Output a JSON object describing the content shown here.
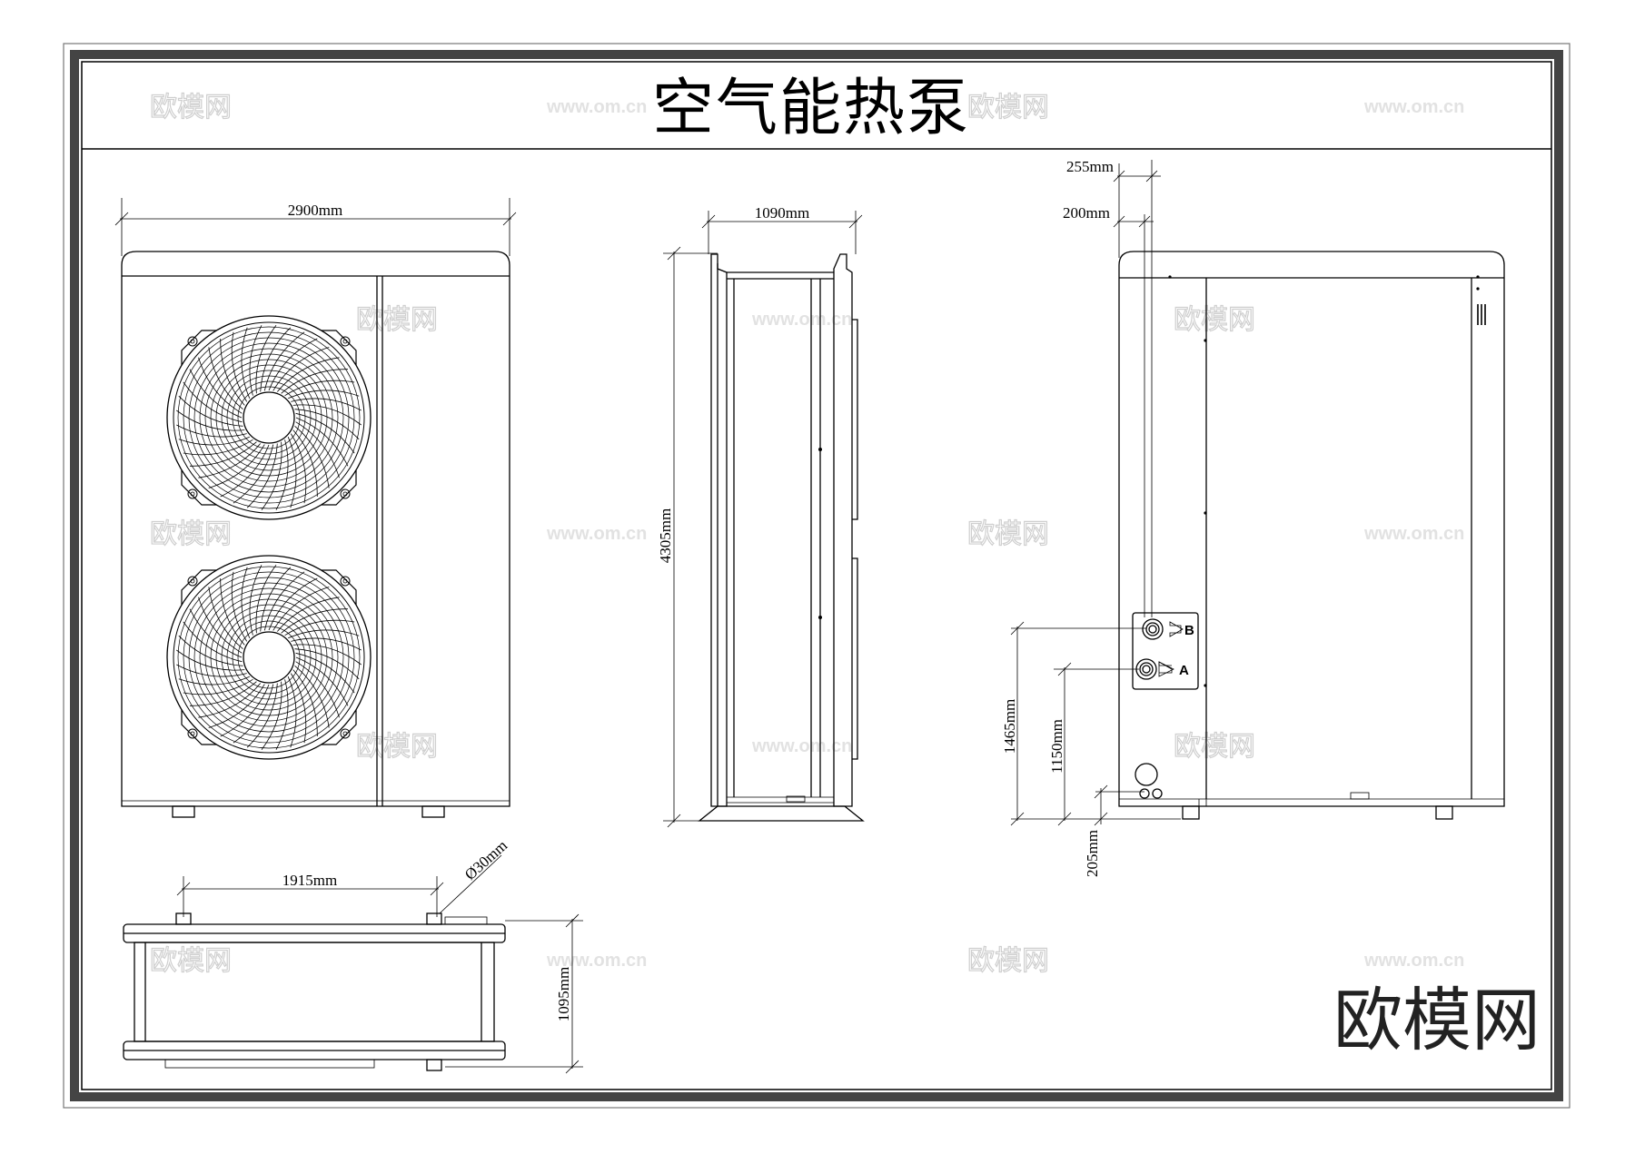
{
  "title": "空气能热泵",
  "brand": "欧模网",
  "watermark": {
    "logo": "欧模网",
    "url": "www.om.cn"
  },
  "dimensions": {
    "front_width": "2900mm",
    "side_width": "1090mm",
    "height": "4305mm",
    "top_offset_1": "255mm",
    "top_offset_2": "200mm",
    "port_b_height": "1465mm",
    "port_a_height": "1150mm",
    "drain_height": "205mm",
    "foot_spacing": "1915mm",
    "foot_diameter": "Ø30mm",
    "depth": "1095mm"
  },
  "port_labels": {
    "b": "B",
    "a": "A"
  },
  "colors": {
    "frame_outer": "#555555",
    "line": "#000000",
    "watermark": "#cfcfcf"
  }
}
